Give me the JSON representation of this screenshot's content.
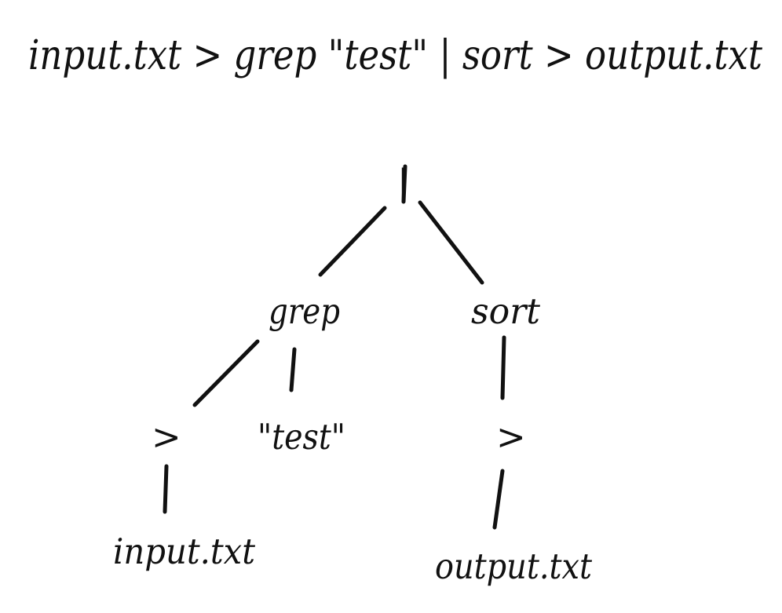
{
  "command": {
    "text": "input.txt > grep \"test\" | sort  > output.txt"
  },
  "tree": {
    "nodes": {
      "root": "|",
      "grep": "grep",
      "sort": "sort",
      "redirect_in": ">",
      "pattern": "\"test\"",
      "redirect_out": ">",
      "input_file": "input.txt",
      "output_file": "output.txt"
    },
    "edges": [
      {
        "from": "root",
        "to": "grep"
      },
      {
        "from": "root",
        "to": "sort"
      },
      {
        "from": "grep",
        "to": "redirect_in"
      },
      {
        "from": "grep",
        "to": "pattern"
      },
      {
        "from": "sort",
        "to": "redirect_out"
      },
      {
        "from": "redirect_in",
        "to": "input_file"
      },
      {
        "from": "redirect_out",
        "to": "output_file"
      }
    ],
    "colors": {
      "ink": "#111111",
      "paper": "#ffffff"
    }
  }
}
